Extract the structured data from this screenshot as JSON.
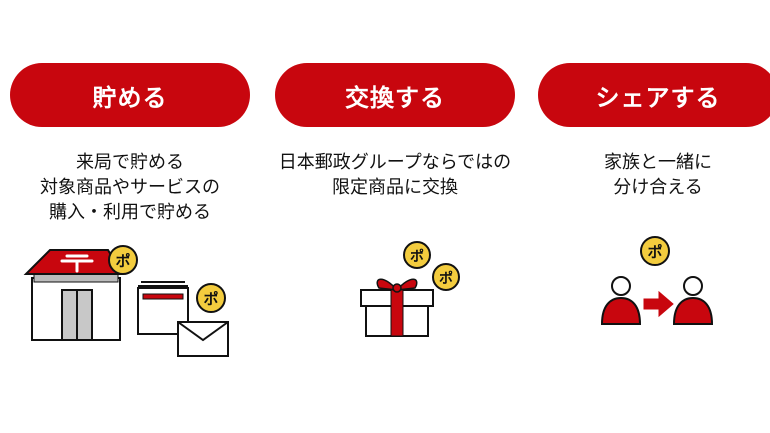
{
  "colors": {
    "accent": "#c8060e",
    "coin": "#f3cc3e",
    "text": "#111111"
  },
  "coin_label": "ポ",
  "columns": [
    {
      "title": "貯める",
      "lines": [
        "来局で貯める",
        "対象商品やサービスの",
        "購入・利用で貯める"
      ],
      "icons": [
        "post-office-icon",
        "coin-icon",
        "envelope-icon"
      ]
    },
    {
      "title": "交換する",
      "lines": [
        "日本郵政グループならではの",
        "限定商品に交換"
      ],
      "icons": [
        "gift-box-icon",
        "coin-icon"
      ]
    },
    {
      "title": "シェアする",
      "lines": [
        "家族と一緒に",
        "分け合える"
      ],
      "icons": [
        "person-icon",
        "arrow-right-icon",
        "coin-icon"
      ]
    }
  ]
}
